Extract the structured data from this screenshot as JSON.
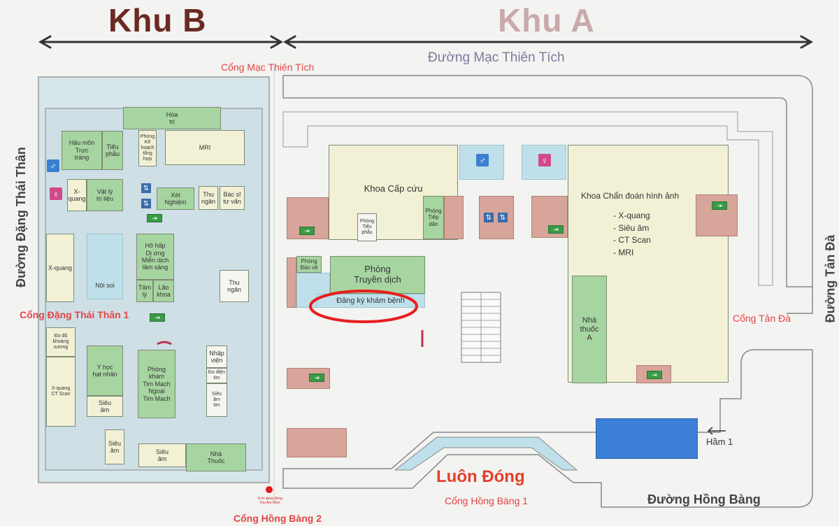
{
  "zones": {
    "khu_b": "Khu B",
    "khu_a": "Khu A",
    "khu_b_color": "#6b2a22",
    "khu_a_color": "#c9a9a9"
  },
  "streets": {
    "mac_thien_tich": "Đường Mạc Thiên Tích",
    "dang_thai_than": "Đường Đặng Thái Thân",
    "tan_da": "Đường Tản Đà",
    "hong_bang": "Đường Hồng Bàng"
  },
  "gates": {
    "mac_thien_tich": "Cổng Mạc Thiên Tích",
    "dang_thai_than_1": "Cổng Đặng Thái Thân 1",
    "tan_da": "Cổng Tản Đà",
    "hong_bang_1": "Cổng Hồng Bàng 1",
    "hong_bang_2": "Cổng Hồng Bàng 2",
    "luon_dong": "Luôn Đóng",
    "ham_1": "Hầm 1"
  },
  "you_are_here": "Vị trí đang đứng\nYou Are Here",
  "rooms_b": {
    "hoa_tri": "Hóa\ntrị",
    "hau_mon": "Hậu môn\nTrực\ntràng",
    "tieu_phau": "Tiểu\nphẫu",
    "phong_ke_hoach": "Phòng\nKế\nhoạch\ntổng\nhợp",
    "mri": "MRI",
    "x_quang_small": "X-\nquang",
    "vat_ly": "Vật lý\ntrị liệu",
    "xet_nghiem": "Xét\nNghiệm",
    "thu_ngan_1": "Thu\nngân",
    "bac_si": "Bác sĩ\ntư vấn",
    "x_quang": "X-quang",
    "noi_soi": "Nội soi",
    "ho_hap": "Hô hấp\nDị ứng\nMiễn dịch\nlâm sàng",
    "tam_ly": "Tâm\nlý",
    "lao_khoa": "Lão\nkhoa",
    "thu_ngan_2": "Thu\nngân",
    "do_do": "Đo độ\nkhoáng\nxương",
    "xq_ct": "X-quang\nCT Scan",
    "y_hoc": "Y học\nhạt nhân",
    "sieu_am_1": "Siêu\nâm",
    "phong_kham_tm": "Phòng khám\nTim Mạch\nNgoại\nTim Mạch",
    "nhap_vien": "Nhập\nviện",
    "do_dien_tim": "Đo điện\ntim",
    "sieu_am_tim": "Siêu\nâm\ntim",
    "sieu_am_2": "Siêu\nâm",
    "sieu_am_3": "Siêu\nâm",
    "nha_thuoc_b": "Nhà\nThuốc"
  },
  "rooms_a": {
    "cap_cuu": "Khoa Cấp cứu",
    "tieu_phau": "Phòng\nTiểu\nphẫu",
    "tiep_dan": "Phòng\nTiếp\ndân",
    "chan_doan": "Khoa Chẩn đoán hình ảnh",
    "chan_doan_list": "- X-quang\n- Siêu âm\n- CT Scan\n- MRI",
    "bao_ve": "Phòng\nBảo vệ",
    "truyen_dich": "Phòng\nTruyền dịch",
    "dang_ky": "Đăng ký khám bệnh",
    "nha_thuoc_a": "Nhà\nthuốc\nA"
  },
  "colors": {
    "highlight": "#e81e1e",
    "room_green": "#a7d5a1",
    "room_pink": "#d8a59a",
    "zone_b_bg": "#cfe0e6",
    "ramp_blue": "#bfe0ea"
  },
  "icons": [
    "restroom-male-icon",
    "restroom-female-icon",
    "elevator-icon",
    "stairs-icon",
    "emergency-exit-icon"
  ]
}
